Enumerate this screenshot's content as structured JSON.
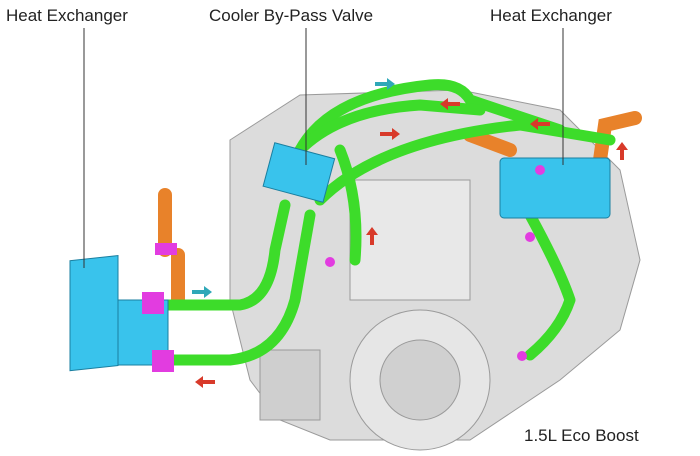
{
  "labels": {
    "left": "Heat Exchanger",
    "center": "Cooler By-Pass Valve",
    "right": "Heat Exchanger",
    "engine": "1.5L Eco Boost"
  },
  "colors": {
    "pipe": "#3ddc2a",
    "pipe_dark": "#1f9a1a",
    "exchanger": "#39c3ec",
    "hose": "#e8822a",
    "fitting": "#e23ce0",
    "arrow_red": "#d83a2a",
    "arrow_teal": "#2fa8b8",
    "housing": "#d9d9d9"
  }
}
